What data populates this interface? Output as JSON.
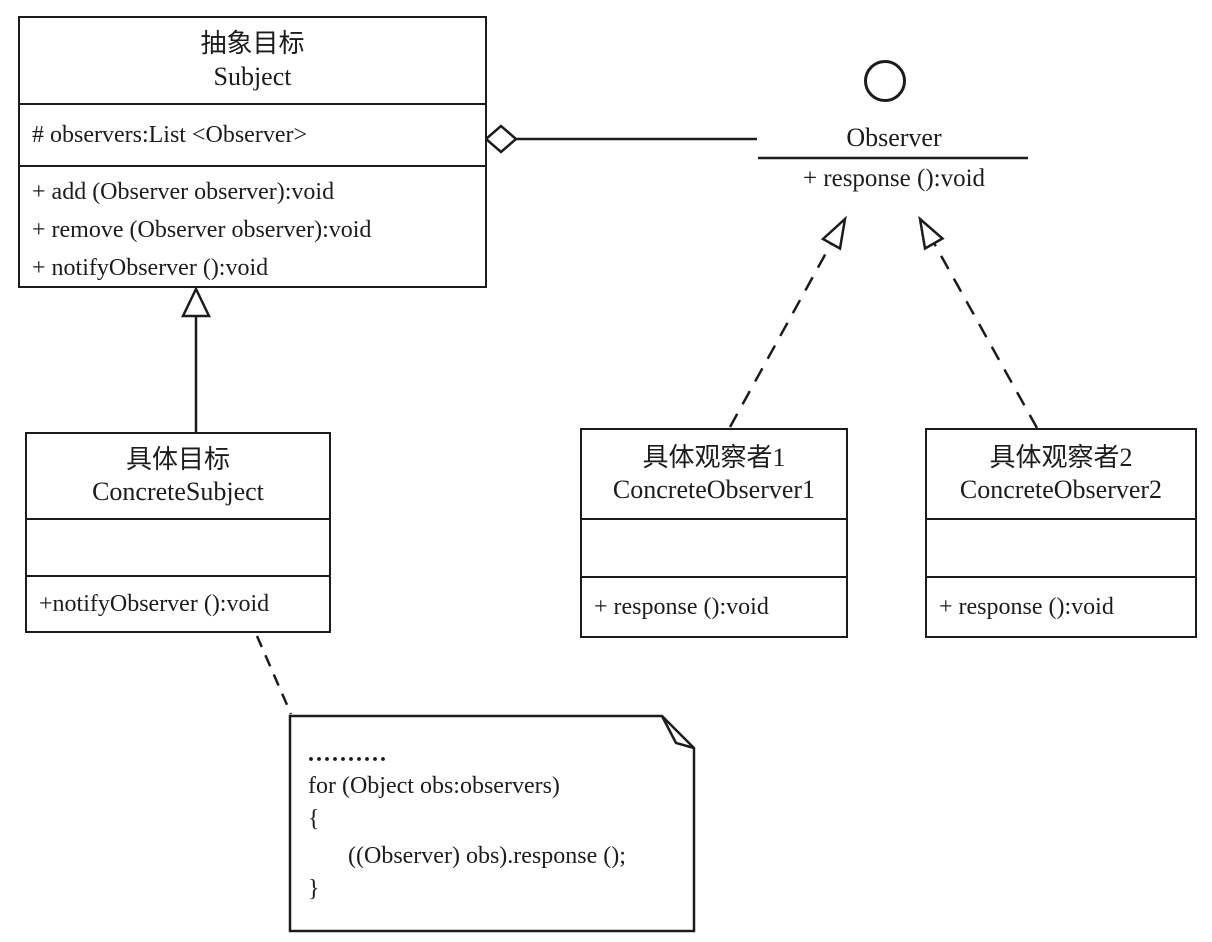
{
  "diagram_title": "Observer pattern UML class diagram",
  "colors": {
    "ink": "#1c1c1c",
    "paper": "#ffffff"
  },
  "classes": {
    "subject": {
      "name_zh": "抽象目标",
      "name_en": "Subject",
      "attribute": "# observers:List <Observer>",
      "methods": [
        "+ add (Observer observer):void",
        "+ remove (Observer observer):void",
        "+ notifyObserver ():void"
      ]
    },
    "concrete_subject": {
      "name_zh": "具体目标",
      "name_en": "ConcreteSubject",
      "method": "+notifyObserver ():void"
    },
    "concrete_observer_1": {
      "name_zh": "具体观察者1",
      "name_en": "ConcreteObserver1",
      "method": "+ response ():void"
    },
    "concrete_observer_2": {
      "name_zh": "具体观察者2",
      "name_en": "ConcreteObserver2",
      "method": "+ response ():void"
    }
  },
  "interface": {
    "name": "Observer",
    "method": "+ response ():void"
  },
  "note": {
    "line_dots": "..........",
    "line_for": "for (Object obs:observers)",
    "line_open_brace": "{",
    "line_body": "((Observer) obs).response ();",
    "line_close_brace": "}"
  },
  "connectors": [
    {
      "name": "aggregation-subject-to-observer",
      "type": "aggregation (hollow diamond, solid line)"
    },
    {
      "name": "generalization-concretesubject-to-subject",
      "type": "inheritance (hollow triangle, solid line)"
    },
    {
      "name": "realization-concreteobserver1-to-observer",
      "type": "realization (hollow triangle, dashed line)"
    },
    {
      "name": "realization-concreteobserver2-to-observer",
      "type": "realization (hollow triangle, dashed line)"
    },
    {
      "name": "note-anchor-concretesubject",
      "type": "dashed note link"
    }
  ]
}
